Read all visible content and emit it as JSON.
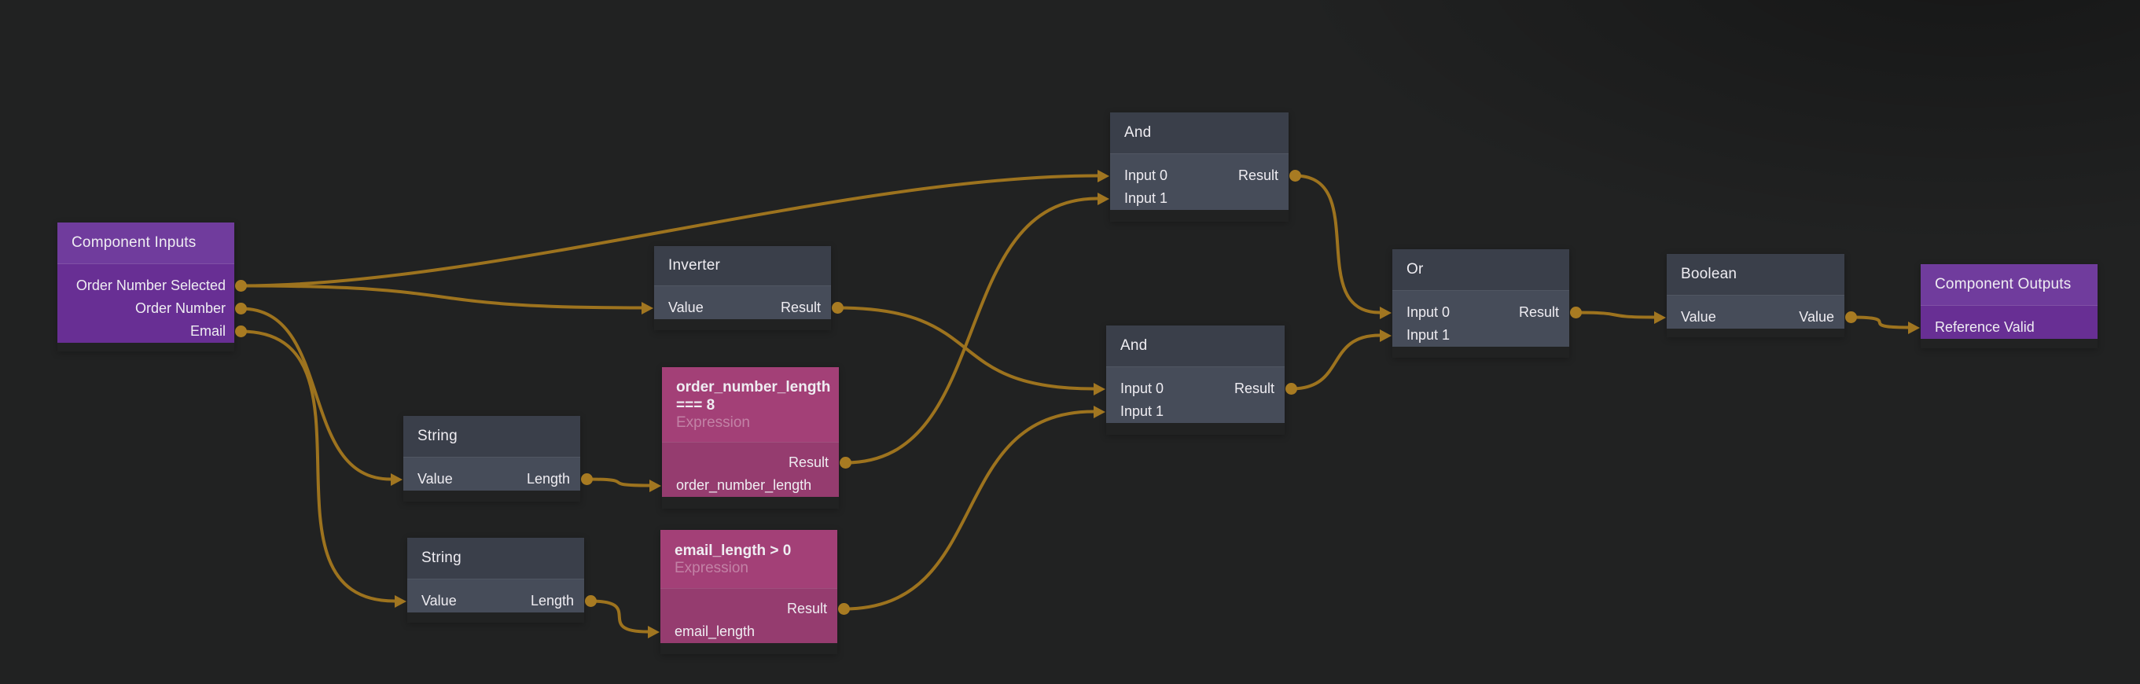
{
  "app": {
    "view": "visual-script-node-graph",
    "background_color": "#212222",
    "wire_color": "#9d731e",
    "port_color": "#a87b22",
    "theme_colors": {
      "io_node_header": "#703c9d",
      "io_node_body": "#682f94",
      "logic_node_header": "#3a3f4a",
      "logic_node_body": "#464c59",
      "expression_node_header": "#a34077",
      "expression_node_body": "#953c6f"
    }
  },
  "nodes": {
    "ci": {
      "title": "Component Inputs",
      "outputs": [
        "Order Number Selected",
        "Order Number",
        "Email"
      ]
    },
    "inverter": {
      "title": "Inverter",
      "input": "Value",
      "output": "Result"
    },
    "string1": {
      "title": "String",
      "input": "Value",
      "output": "Length"
    },
    "string2": {
      "title": "String",
      "input": "Value",
      "output": "Length"
    },
    "expr1": {
      "title_line1": "order_number_length",
      "title_line2": "=== 8",
      "subtitle": "Expression",
      "output": "Result",
      "input": "order_number_length"
    },
    "expr2": {
      "title_line1": "email_length > 0",
      "subtitle": "Expression",
      "output": "Result",
      "input": "email_length"
    },
    "and1": {
      "title": "And",
      "inputs": [
        "Input 0",
        "Input 1"
      ],
      "output": "Result"
    },
    "and2": {
      "title": "And",
      "inputs": [
        "Input 0",
        "Input 1"
      ],
      "output": "Result"
    },
    "or": {
      "title": "Or",
      "inputs": [
        "Input 0",
        "Input 1"
      ],
      "output": "Result"
    },
    "boolean": {
      "title": "Boolean",
      "input": "Value",
      "output": "Value"
    },
    "co": {
      "title": "Component Outputs",
      "input": "Reference Valid"
    }
  },
  "edges": [
    {
      "from": "ci.order-number-selected",
      "to": "and1.input0"
    },
    {
      "from": "ci.order-number-selected",
      "to": "inverter.value"
    },
    {
      "from": "ci.order-number",
      "to": "string1.value"
    },
    {
      "from": "ci.email",
      "to": "string2.value"
    },
    {
      "from": "string1.length",
      "to": "expr1.order-number-length"
    },
    {
      "from": "string2.length",
      "to": "expr2.email-length"
    },
    {
      "from": "expr1.result",
      "to": "and1.input1"
    },
    {
      "from": "inverter.result",
      "to": "and2.input0"
    },
    {
      "from": "expr2.result",
      "to": "and2.input1"
    },
    {
      "from": "and1.result",
      "to": "or.input0"
    },
    {
      "from": "and2.result",
      "to": "or.input1"
    },
    {
      "from": "or.result",
      "to": "boolean.value-in"
    },
    {
      "from": "boolean.value-out",
      "to": "co.reference-valid"
    }
  ]
}
